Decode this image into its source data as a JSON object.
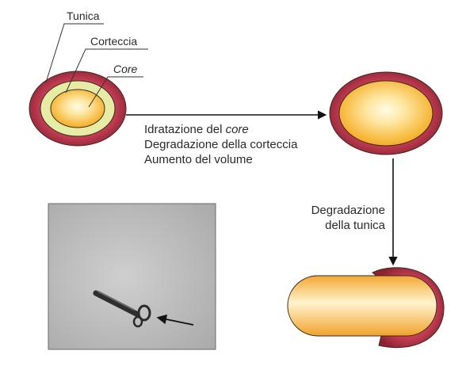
{
  "labels": {
    "tunica": "Tunica",
    "corteccia": "Corteccia",
    "core": "Core"
  },
  "step1": {
    "line1_prefix": "Idratazione del ",
    "line1_emph": "core",
    "line2": "Degradazione della corteccia",
    "line3": "Aumento del volume"
  },
  "step2": {
    "line1": "Degradazione",
    "line2": "della tunica"
  },
  "colors": {
    "tunica": "#b5344a",
    "corteccia": "#e4eaa0",
    "core": "#f6b432",
    "core_highlight": "#fff3c4",
    "outline": "#3a2a20",
    "micrograph_bg": "#bdbdbd"
  }
}
